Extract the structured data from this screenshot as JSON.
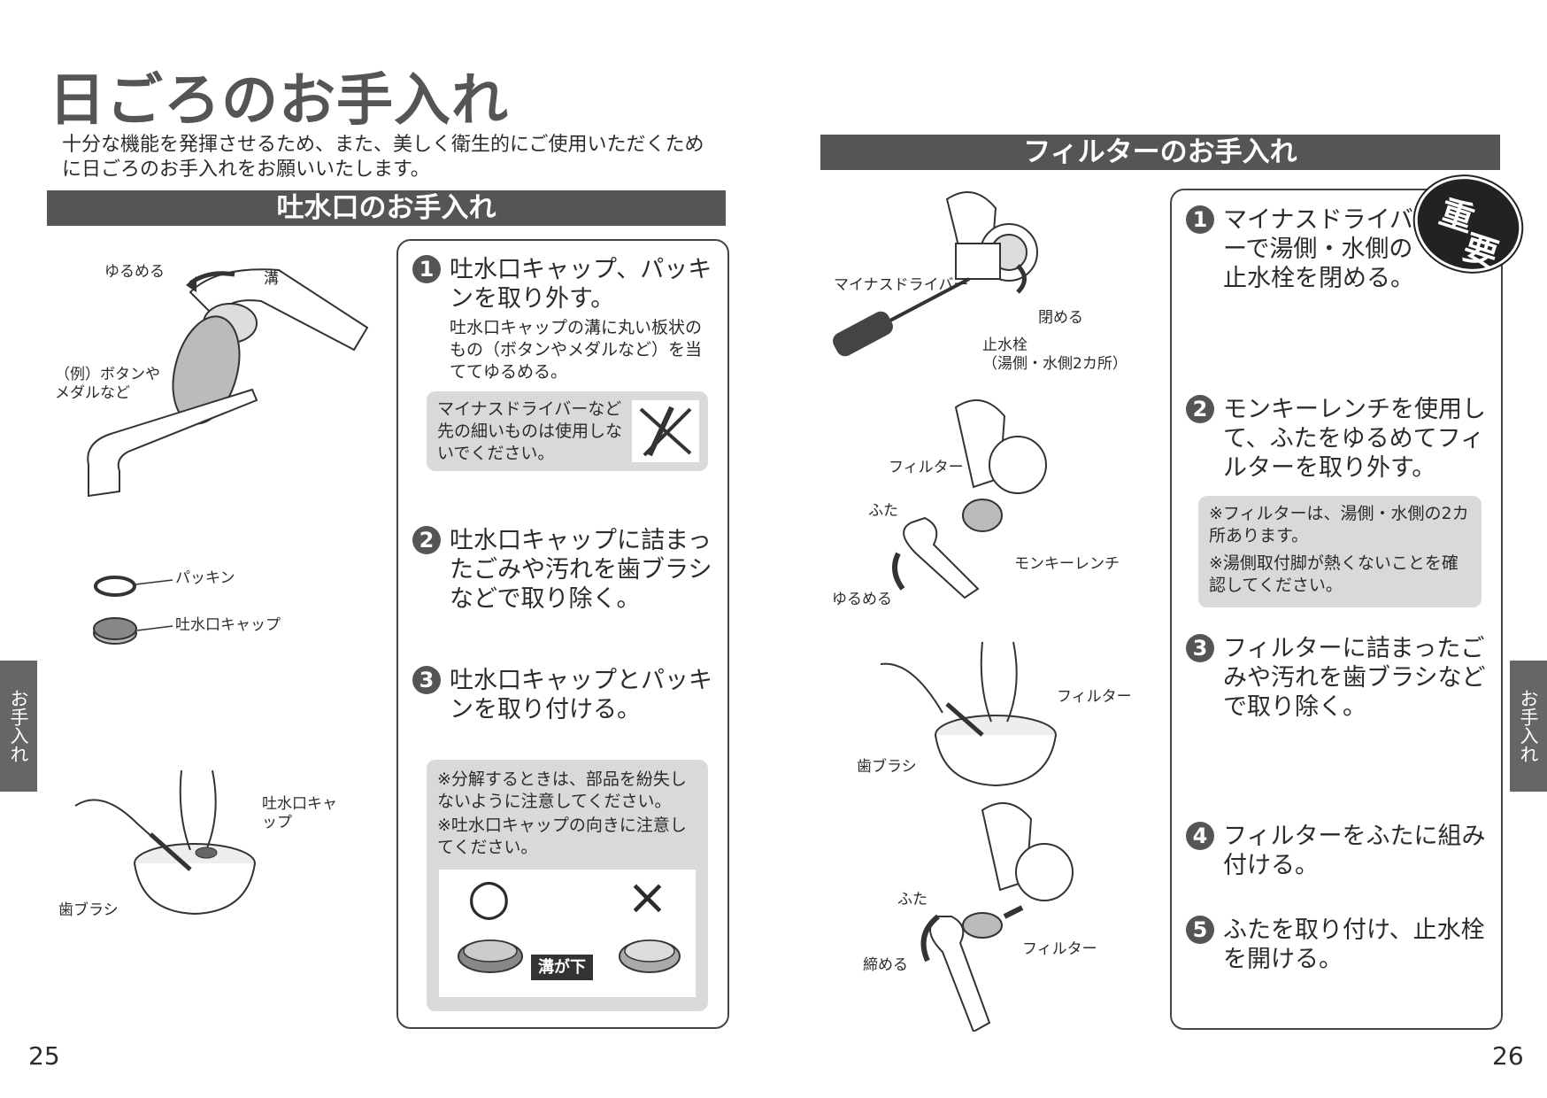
{
  "page": {
    "title": "日ごろのお手入れ",
    "intro": "十分な機能を発揮させるため、また、美しく衛生的にご使用いただくために日ごろのお手入れをお願いいたします。",
    "page_left": "25",
    "page_right": "26",
    "side_tab": "お手入れ"
  },
  "left_section": {
    "header": "吐水口のお手入れ",
    "steps": [
      {
        "num": "1",
        "text": "吐水口キャップ、パッキンを取り外す。",
        "sub": "吐水口キャップの溝に丸い板状のもの（ボタンやメダルなど）を当ててゆるめる。"
      },
      {
        "num": "2",
        "text": "吐水口キャップに詰まったごみや汚れを歯ブラシなどで取り除く。"
      },
      {
        "num": "3",
        "text": "吐水口キャップとパッキンを取り付ける。"
      }
    ],
    "warning": "マイナスドライバーなど先の細いものは使用しないでください。",
    "notes": [
      "※分解するときは、部品を紛失しないように注意してください。",
      "※吐水口キャップの向きに注意してください。"
    ],
    "correct_symbol": "○",
    "wrong_symbol": "×",
    "groove_label": "溝が下",
    "figure_labels": {
      "loosen": "ゆるめる",
      "groove": "溝",
      "example": "（例）ボタンやメダルなど",
      "packing": "パッキン",
      "cap": "吐水口キャップ",
      "cap2": "吐水口キャップ",
      "toothbrush": "歯ブラシ"
    }
  },
  "right_section": {
    "header": "フィルターのお手入れ",
    "badge": [
      "重",
      "要"
    ],
    "steps": [
      {
        "num": "1",
        "text": "マイナスドライバーで湯側・水側の止水栓を閉める。"
      },
      {
        "num": "2",
        "text": "モンキーレンチを使用して、ふたをゆるめてフィルターを取り外す。"
      },
      {
        "num": "3",
        "text": "フィルターに詰まったごみや汚れを歯ブラシなどで取り除く。"
      },
      {
        "num": "4",
        "text": "フィルターをふたに組み付ける。"
      },
      {
        "num": "5",
        "text": "ふたを取り付け、止水栓を開ける。"
      }
    ],
    "notes": [
      "※フィルターは、湯側・水側の2カ所あります。",
      "※湯側取付脚が熱くないことを確認してください。"
    ],
    "figure_labels": {
      "screwdriver": "マイナスドライバー",
      "close": "閉める",
      "valve": "止水栓",
      "valve_sub": "（湯側・水側2カ所）",
      "filter1": "フィルター",
      "lid1": "ふた",
      "wrench": "モンキーレンチ",
      "loosen": "ゆるめる",
      "filter2": "フィルター",
      "toothbrush": "歯ブラシ",
      "lid2": "ふた",
      "filter3": "フィルター",
      "tighten": "締める"
    }
  },
  "colors": {
    "header_bar": "#555555",
    "note_bg": "#d9d9d9",
    "tab_bg": "#666666"
  }
}
